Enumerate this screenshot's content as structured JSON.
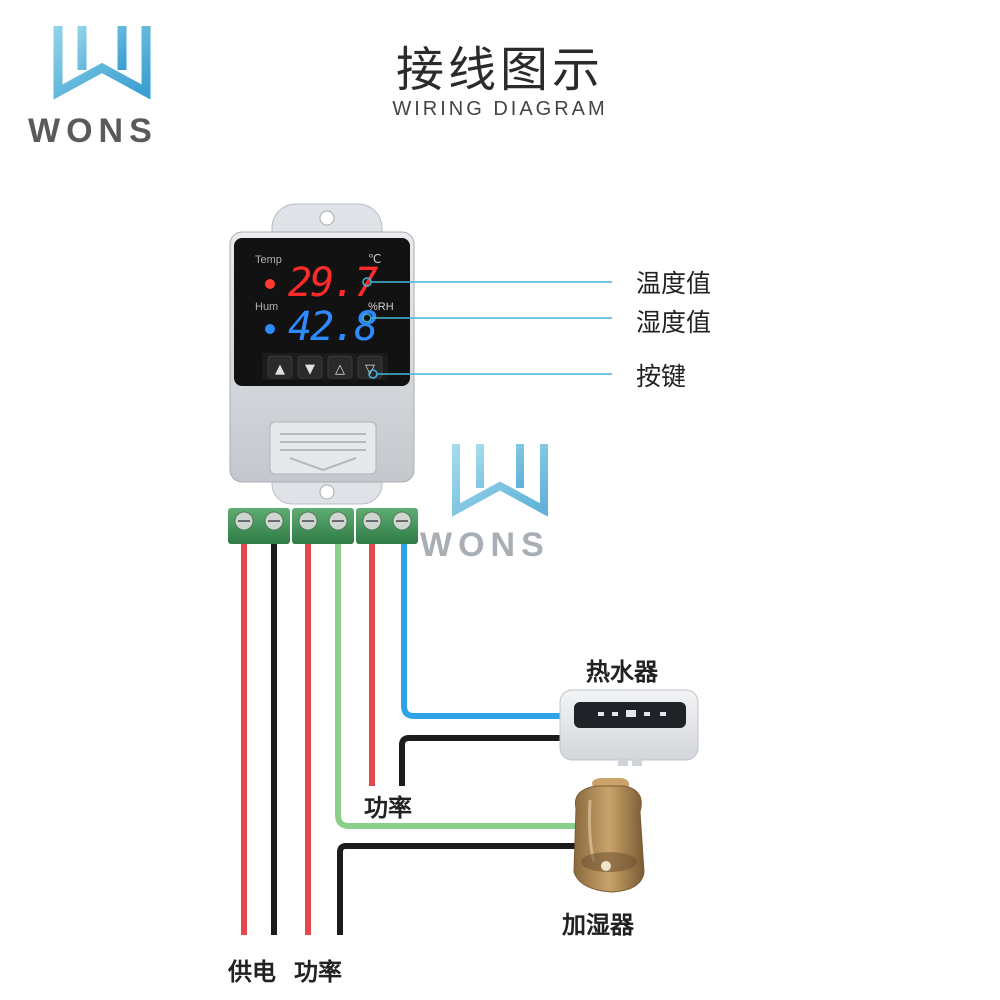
{
  "title": "接线图示",
  "subtitle": "WIRING DIAGRAM",
  "brand": {
    "name": "WONS",
    "watermark": "WONS"
  },
  "device": {
    "temp_label": "Temp",
    "temp_unit": "℃",
    "temp_value": "29.7",
    "hum_label": "Hum",
    "hum_unit": "%RH",
    "hum_value": "42.8",
    "buttons": [
      "▲",
      "▼",
      "△",
      "▽"
    ]
  },
  "callouts": {
    "temperature": "温度值",
    "humidity": "湿度值",
    "keys": "按键"
  },
  "appliances": {
    "water_heater": "热水器",
    "humidifier": "加湿器"
  },
  "wire_labels": {
    "power_mid": "功率",
    "supply": "供电",
    "power_bottom": "功率"
  },
  "colors": {
    "red_wire": "#e4484d",
    "black_wire": "#1c1c1c",
    "green_wire": "#8ccf8a",
    "blue_wire": "#2ea3e8",
    "callout_line": "#3fb7d6",
    "temp_digits": "#ff2a2a",
    "hum_digits": "#2e8bff"
  }
}
